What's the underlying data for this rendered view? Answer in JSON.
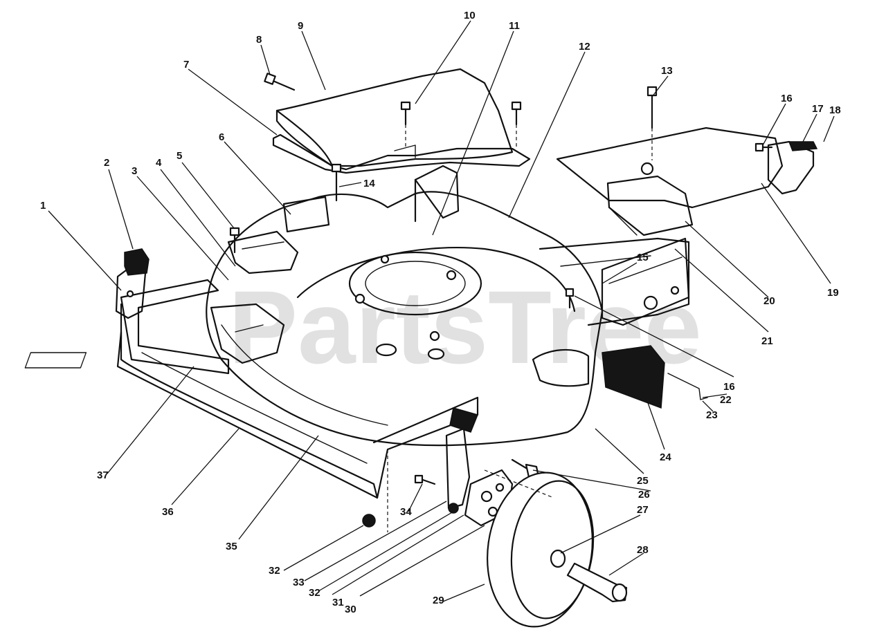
{
  "watermark": "PartsTree",
  "callouts": [
    "1",
    "2",
    "3",
    "4",
    "5",
    "6",
    "7",
    "8",
    "9",
    "10",
    "11",
    "12",
    "13",
    "14",
    "15",
    "16",
    "16",
    "17",
    "18",
    "19",
    "20",
    "21",
    "22",
    "23",
    "24",
    "25",
    "26",
    "27",
    "28",
    "29",
    "30",
    "31",
    "32",
    "32",
    "33",
    "34",
    "35",
    "36",
    "37"
  ]
}
